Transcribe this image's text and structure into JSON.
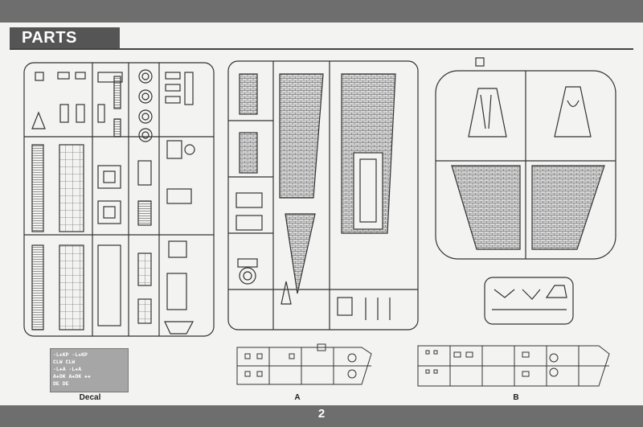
{
  "header": {
    "title": "PARTS"
  },
  "labels": {
    "decal": "Decal",
    "sprue_a": "A",
    "sprue_b": "B"
  },
  "decal_lines": [
    "-L✚KP -L✚KP",
    "CLW  CLW",
    "-L✚A -L✚A",
    "A✚DK A✚DK ✚✚",
    "DE  DE"
  ],
  "footer": {
    "page_number": "2"
  },
  "colors": {
    "bar": "#6e6e6e",
    "title_box": "#555555",
    "paper": "#f3f3f1",
    "ink": "#333333"
  }
}
